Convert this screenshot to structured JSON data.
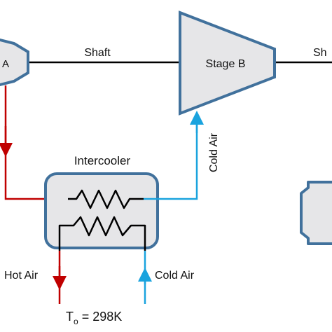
{
  "labels": {
    "stage_a_fragment": "A",
    "shaft_left": "Shaft",
    "stage_b": "Stage B",
    "shaft_right_fragment": "Sh",
    "intercooler": "Intercooler",
    "cold_air_vertical": "Cold Air",
    "hot_air": "Hot Air",
    "cold_air_bottom": "Cold Air",
    "temperature_symbol": "T",
    "temperature_subscript": "o",
    "temperature_value": " = 298K"
  },
  "colors": {
    "component_fill": "#e6e6e8",
    "component_stroke": "#41719c",
    "hot_line": "#c00000",
    "cold_line": "#1aa3de",
    "shaft_line": "#000000"
  }
}
